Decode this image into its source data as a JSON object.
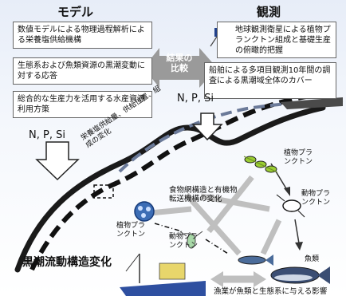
{
  "headers": {
    "model": "モデル",
    "observation": "観測"
  },
  "model_boxes": [
    "数値モデルによる物理過程解析による栄養塩供給機構",
    "生態系および魚類資源の黒潮変動に対する応答",
    "総合的な生産力を活用する水産資源利用方策"
  ],
  "observation_boxes": [
    "地球観測衛星による植物プランクトン組成と基礎生産の俯瞰的把握",
    "船舶による多項目観測10年間の調査による黒潮域全体のカバー"
  ],
  "compare_label": [
    "結果の",
    "比較"
  ],
  "nutrients": "N, P, Si",
  "supply_label": [
    "栄養塩供給量、供給位置、組",
    "成の変化"
  ],
  "foodweb_label": [
    "食物網構造と有機物",
    "転送機構の変化"
  ],
  "organisms": {
    "phyto_top": [
      "植物プラ",
      "ンクトン"
    ],
    "zoo_right": [
      "動物プラ",
      "ンクトン"
    ],
    "phyto_left": [
      "植物プラ",
      "ンクトン"
    ],
    "zoo_bottom": [
      "動物プラ",
      "ンクトン"
    ],
    "fish": "魚類"
  },
  "kuroshio_label": "黒潮流動構造変化",
  "fishery_label": "漁業が魚類と生態系に与える影響",
  "colors": {
    "frame": "#c9d5e8",
    "arrow_gray": "#bfbfbf",
    "arrow_dark": "#555555",
    "compare_arrow": "#9a9a9a"
  }
}
